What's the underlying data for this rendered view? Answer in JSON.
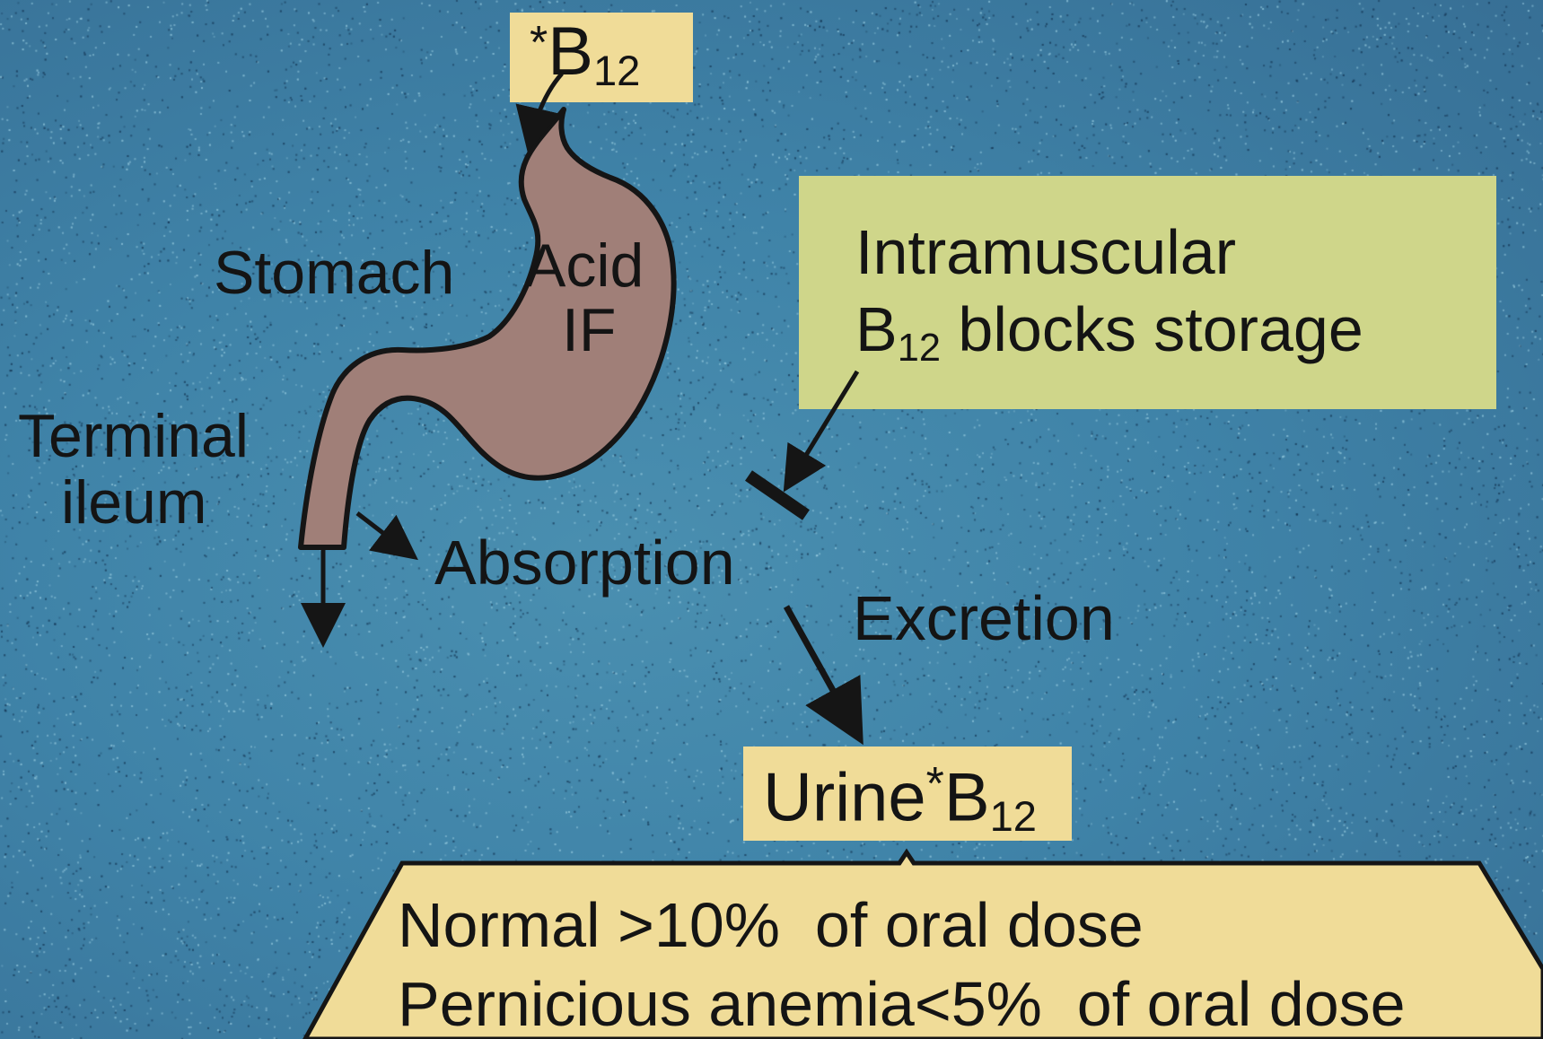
{
  "top_label": {
    "star": "*",
    "main": "B",
    "sub": "12"
  },
  "stomach_label": "Stomach",
  "acid_label": "Acid",
  "if_label": "IF",
  "terminal_ileum": {
    "line1": "Terminal",
    "line2": "ileum"
  },
  "absorption_label": "Absorption",
  "excretion_label": "Excretion",
  "intramuscular_box": {
    "line1": "Intramuscular",
    "line2_main": "B",
    "line2_sub": "12",
    "line2_rest": " blocks storage"
  },
  "urine_box": {
    "prefix": "Urine",
    "star": "*",
    "main": "B",
    "sub": "12"
  },
  "results": {
    "normal": "Normal >10%  of oral dose",
    "pernicious": "Pernicious anemia<5%  of oral dose"
  },
  "colors": {
    "background": "#3f83a8",
    "yellow_box": "#f0dc98",
    "green_box": "#cfd68a",
    "stomach": "#a07f78",
    "outline": "#151515"
  }
}
